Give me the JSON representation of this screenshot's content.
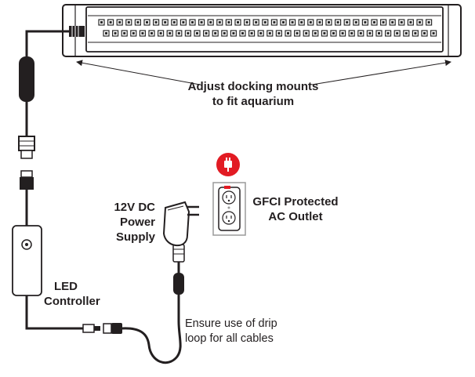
{
  "labels": {
    "docking": [
      "Adjust docking mounts",
      "to fit aquarium"
    ],
    "power_supply": [
      "12V DC",
      "Power",
      "Supply"
    ],
    "outlet": [
      "GFCI Protected",
      "AC Outlet"
    ],
    "controller": [
      "LED",
      "Controller"
    ],
    "drip_loop": [
      "Ensure use of drip",
      "loop for all cables"
    ]
  },
  "colors": {
    "ink": "#231f20",
    "warning_red": "#e21b23",
    "led_cell": "#2a2a2a",
    "outlet_gray": "#9a9a9a"
  },
  "icons": {
    "warning": "plug-warning-icon",
    "outlet": "outlet-icon",
    "adapter": "power-adapter-icon",
    "controller": "controller-icon"
  }
}
